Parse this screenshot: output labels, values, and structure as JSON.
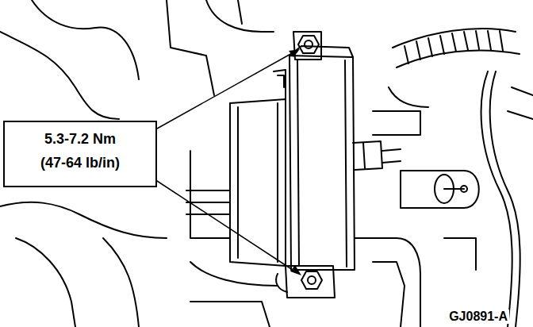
{
  "diagram": {
    "nodes": [
      {
        "text": [
          "5.3-7.2 Nm",
          "(47-64 lb/in)"
        ]
      }
    ],
    "labels": [
      "GJ0891-A"
    ]
  }
}
